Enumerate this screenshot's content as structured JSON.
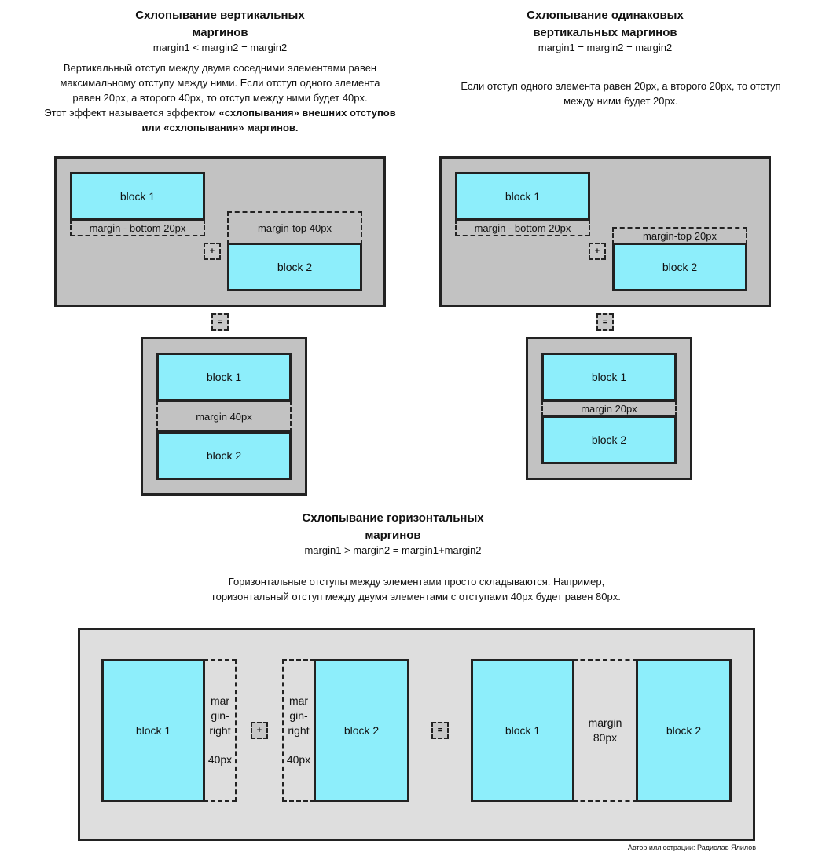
{
  "top_left": {
    "title_line1": "Схлопывание вертикальных",
    "title_line2": "маргинов",
    "formula": "margin1 < margin2 = margin2",
    "desc_line1": "Вертикальный отступ между двумя соседними элементами равен",
    "desc_line2": "максимальному отступу между ними. Если отступ одного элемента",
    "desc_line3": "равен 20px, а второго 40px, то отступ между ними будет 40px.",
    "desc_line4_plain": "Этот эффект называется эффектом ",
    "desc_line4_bold": "«схлопывания» внешних отступов",
    "desc_line5_bold": "или «схлопывания» маргинов.",
    "block1": "block 1",
    "block2": "block 2",
    "margin_bottom": "margin - bottom 20px",
    "margin_top": "margin-top 40px",
    "plus": "+",
    "equals": "=",
    "result_block1": "block 1",
    "result_margin": "margin 40px",
    "result_block2": "block 2"
  },
  "top_right": {
    "title_line1": "Схлопывание одинаковых",
    "title_line2": "вертикальных маргинов",
    "formula": "margin1 = margin2 = margin2",
    "desc_line1": "Если отступ одного элемента равен 20px, а второго 20px, то отступ",
    "desc_line2": "между ними будет 20px.",
    "block1": "block 1",
    "block2": "block 2",
    "margin_bottom": "margin - bottom 20px",
    "margin_top": "margin-top 20px",
    "plus": "+",
    "equals": "=",
    "result_block1": "block 1",
    "result_margin": "margin 20px",
    "result_block2": "block 2"
  },
  "bottom": {
    "title_line1": "Схлопывание горизонтальных",
    "title_line2": "маргинов",
    "formula": "margin1 > margin2 = margin1+margin2",
    "desc_line1": "Горизонтальные отступы между элементами просто складываются. Например,",
    "desc_line2": "горизонтальный отступ между двумя элементами с отступами 40px будет равен 80px.",
    "block1": "block 1",
    "margin_right1_l1": "mar",
    "margin_right1_l2": "gin-",
    "margin_right1_l3": "right",
    "margin_right1_l4": "40px",
    "plus": "+",
    "margin_right2_l1": "mar",
    "margin_right2_l2": "gin-",
    "margin_right2_l3": "right",
    "margin_right2_l4": "40px",
    "block2": "block 2",
    "equals": "=",
    "result_block1": "block 1",
    "result_margin_l1": "margin",
    "result_margin_l2": "80px",
    "result_block2": "block 2"
  },
  "credit": "Автор иллюстрации: Радислав Ялилов",
  "colors": {
    "block": "#8deefb",
    "panel_gray": "#c2c2c2",
    "panel_light": "#dedede",
    "border": "#222222"
  }
}
